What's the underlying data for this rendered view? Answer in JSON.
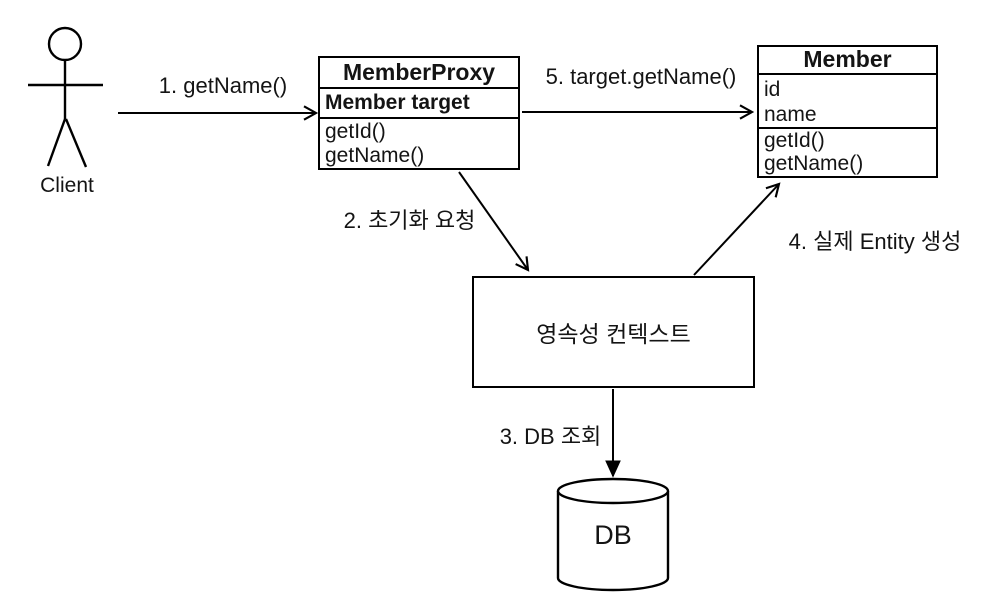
{
  "diagram": {
    "actor": {
      "label": "Client"
    },
    "classes": {
      "member_proxy": {
        "title": "MemberProxy",
        "fields": [
          "Member target"
        ],
        "methods": [
          "getId()",
          "getName()"
        ]
      },
      "member": {
        "title": "Member",
        "fields": [
          "id",
          "name"
        ],
        "methods": [
          "getId()",
          "getName()"
        ]
      }
    },
    "nodes": {
      "persistence_context": {
        "label": "영속성 컨텍스트"
      },
      "database": {
        "label": "DB"
      }
    },
    "edges": [
      {
        "step": "1",
        "label": "1. getName()",
        "from": "Client",
        "to": "MemberProxy",
        "head": "open"
      },
      {
        "step": "2",
        "label": "2. 초기화 요청",
        "from": "MemberProxy",
        "to": "영속성 컨텍스트",
        "head": "open"
      },
      {
        "step": "3",
        "label": "3. DB 조회",
        "from": "영속성 컨텍스트",
        "to": "DB",
        "head": "filled"
      },
      {
        "step": "4",
        "label": "4. 실제 Entity 생성",
        "from": "영속성 컨텍스트",
        "to": "Member",
        "head": "open"
      },
      {
        "step": "5",
        "label": "5. target.getName()",
        "from": "MemberProxy",
        "to": "Member",
        "head": "open"
      }
    ],
    "colors": {
      "stroke": "#000000",
      "background": "#ffffff",
      "text": "#141414"
    }
  }
}
